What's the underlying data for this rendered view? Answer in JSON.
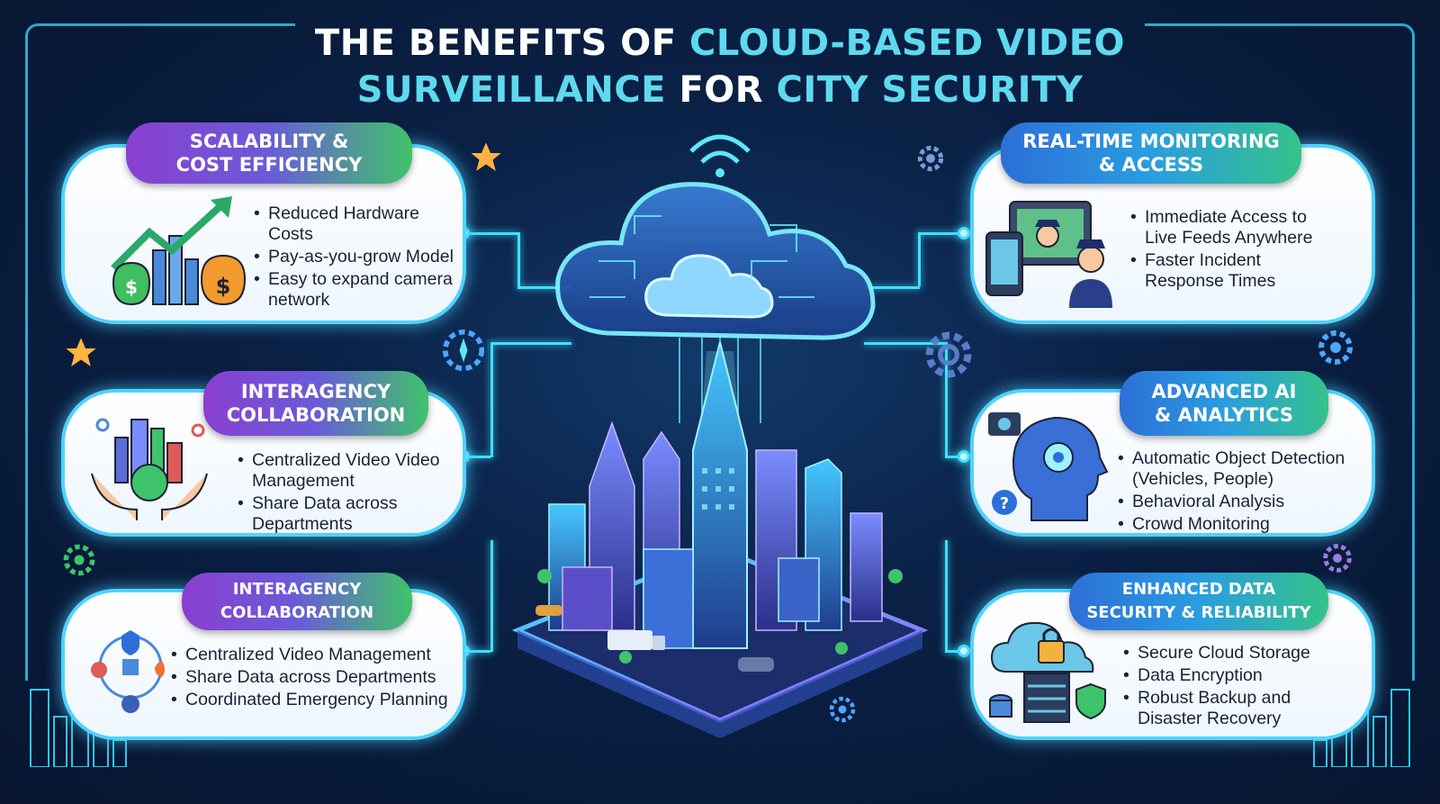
{
  "title": {
    "part1": "THE BENEFITS OF ",
    "part2": "CLOUD-BASED VIDEO",
    "part3": "SURVEILLANCE",
    "part4": " FOR ",
    "part5": "CITY SECURITY"
  },
  "cards": {
    "scalability": {
      "title_line1": "SCALABILITY &",
      "title_line2": "COST EFFICIENCY",
      "items": [
        "Reduced Hardware Costs",
        "Pay-as-you-grow Model",
        "Easy to expand camera network"
      ]
    },
    "interagency1": {
      "title_line1": "INTERAGENCY",
      "title_line2": "COLLABORATION",
      "items": [
        "Centralized Video Video Management",
        "Share Data across Departments"
      ]
    },
    "interagency2": {
      "title_line1": "INTERAGENCY",
      "title_line2": "COLLABORATION",
      "items": [
        "Centralized Video Management",
        "Share Data across Departments",
        "Coordinated Emergency Planning"
      ]
    },
    "realtime": {
      "title_line1": "REAL-TIME MONITORING",
      "title_line2": "& ACCESS",
      "items": [
        "Immediate Access to Live Feeds Anywhere",
        "Faster Incident Response Times"
      ]
    },
    "ai": {
      "title_line1": "ADVANCED AI",
      "title_line2": "& ANALYTICS",
      "items": [
        "Automatic Object Detection (Vehicles, People)",
        "Behavioral Analysis",
        "Crowd Monitoring"
      ]
    },
    "security": {
      "title_line1": "ENHANCED DATA",
      "title_line2": "SECURITY & RELIABILITY",
      "items": [
        "Secure Cloud Storage",
        "Data Encryption",
        "Robust Backup and Disaster Recovery"
      ]
    }
  },
  "icons": {
    "scalability": "growth-chart-money-bags-icon",
    "interagency1": "hands-holding-city-icon",
    "interagency2": "agency-network-icon",
    "realtime": "police-officers-devices-icon",
    "ai": "ai-head-icon",
    "security": "cloud-lock-server-icon",
    "center": "cloud-city-icon"
  },
  "colors": {
    "accent_cyan": "#3fe0ff",
    "title_highlight": "#5fd9ee",
    "background": "#0a2146",
    "pill_purple": "#8a3fd1",
    "pill_blue": "#2d6fd8",
    "pill_green": "#3fc36a"
  }
}
